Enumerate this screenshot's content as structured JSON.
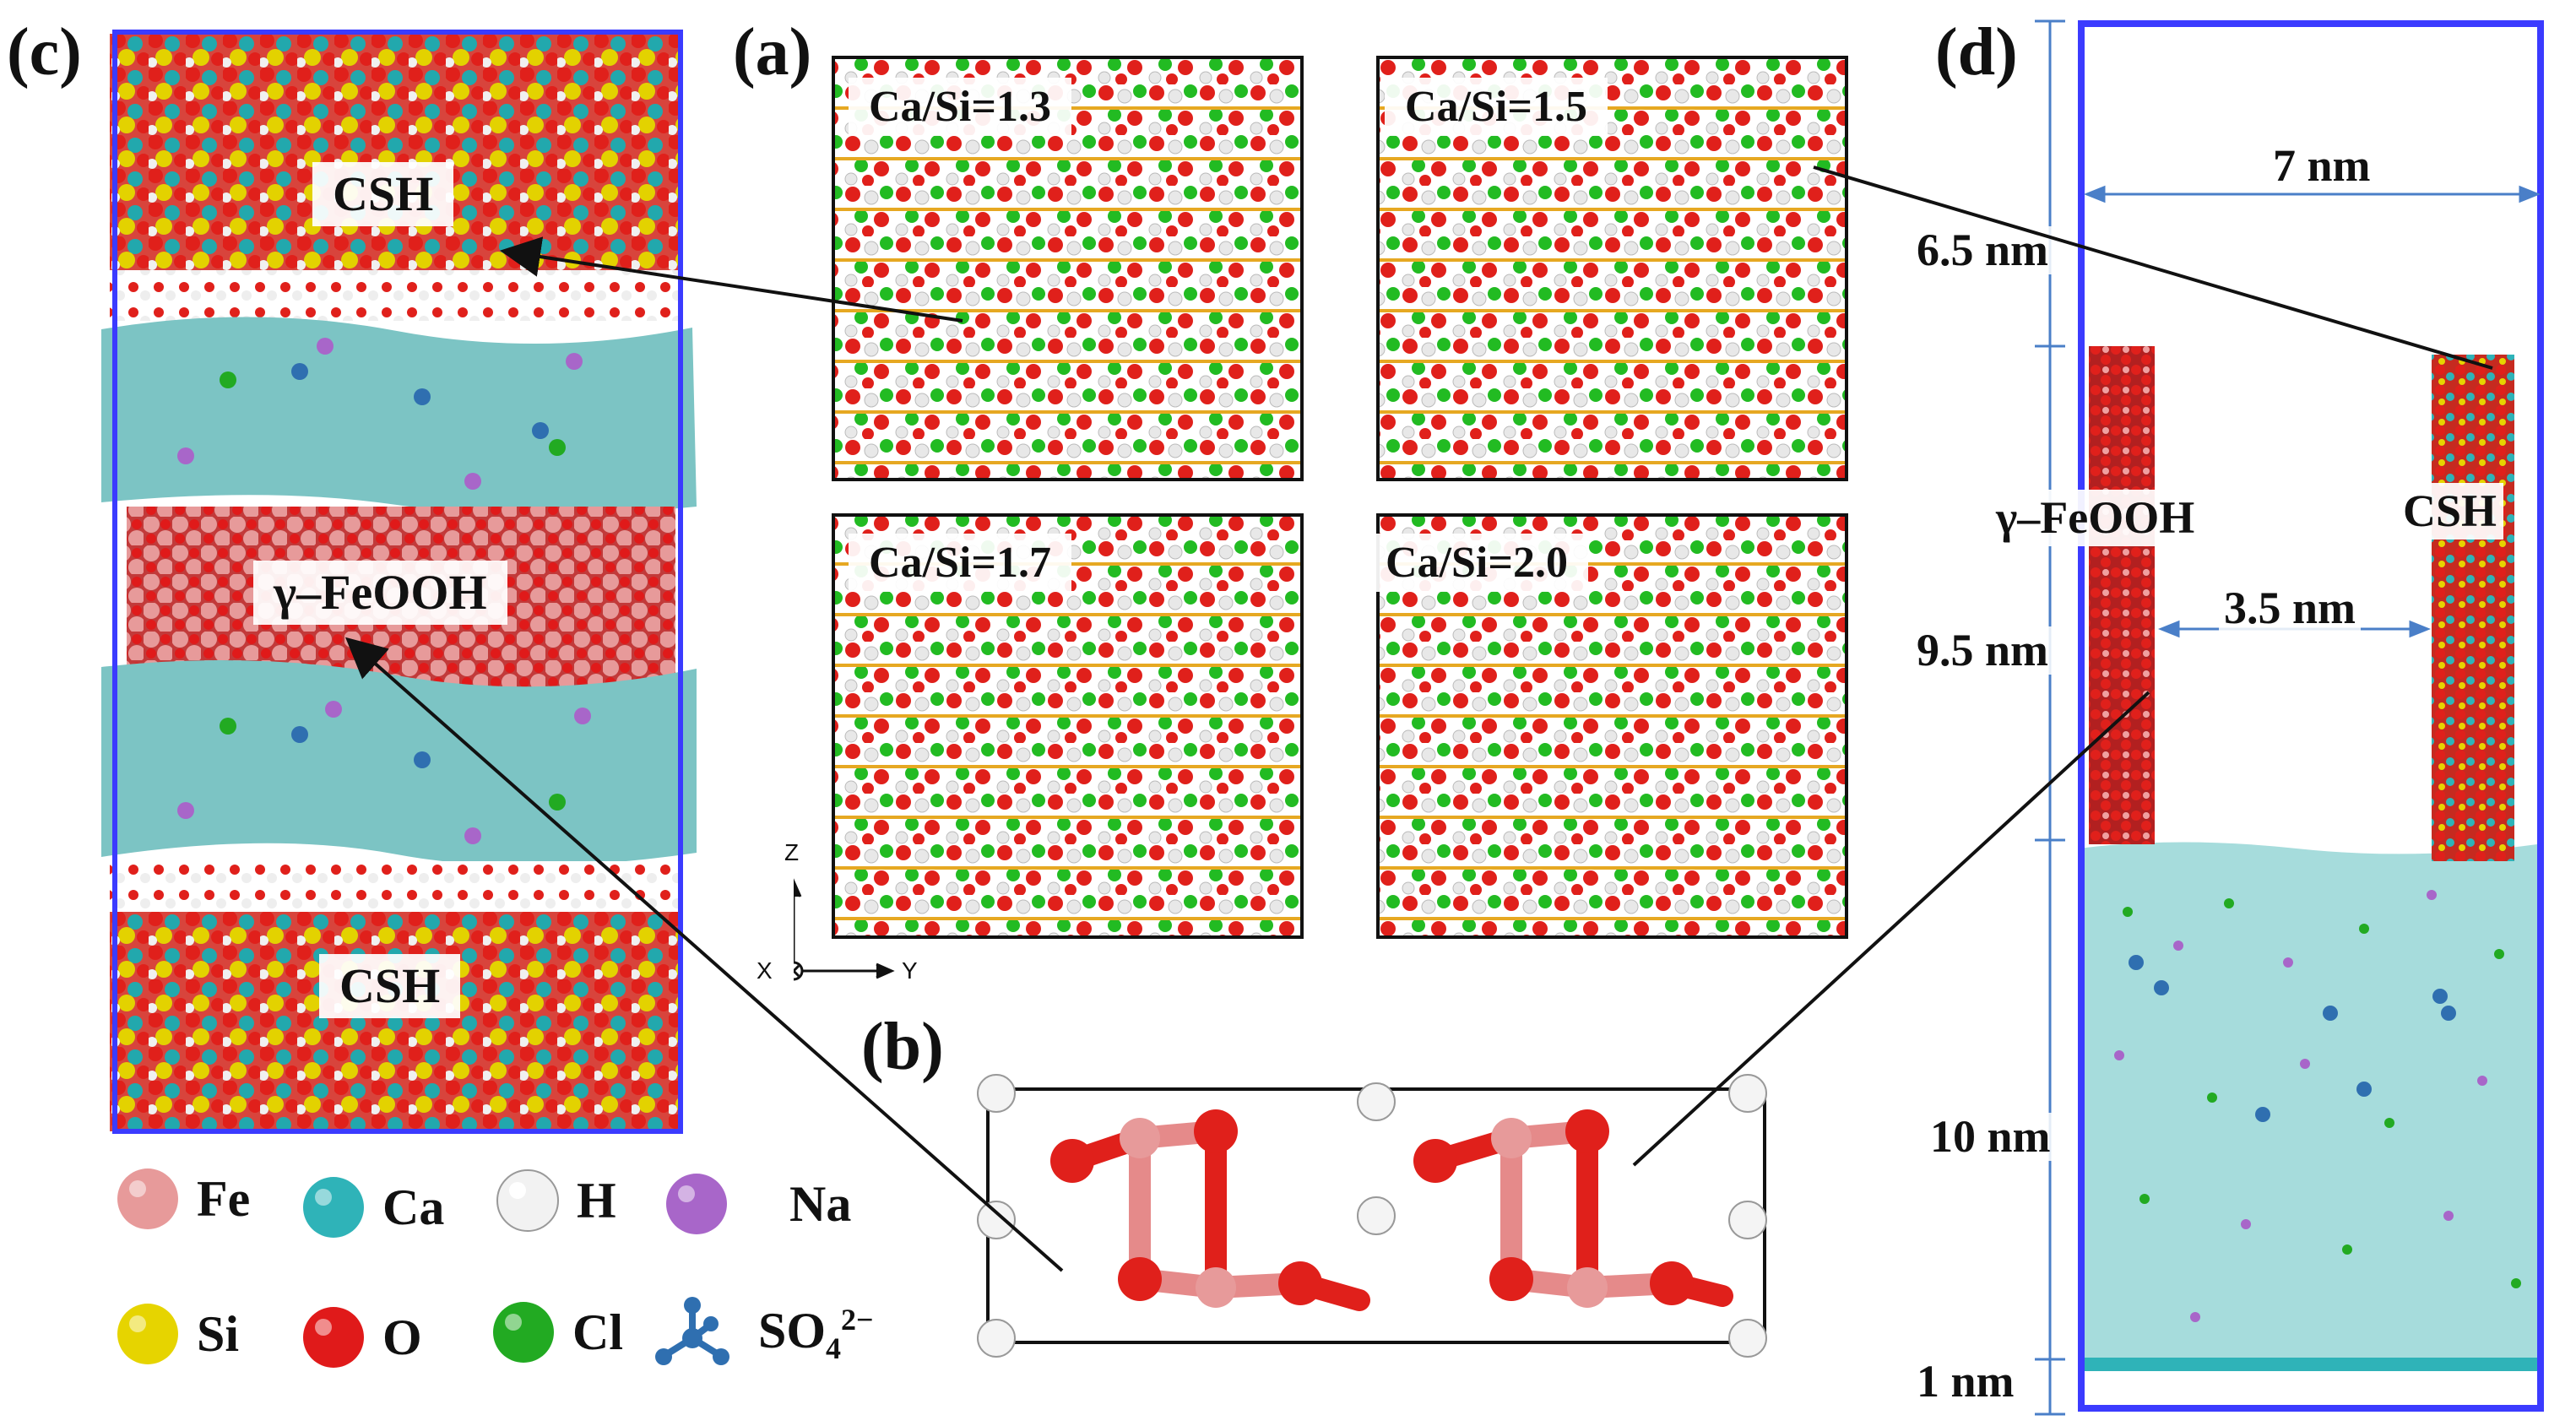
{
  "panels": {
    "a": "(a)",
    "b": "(b)",
    "c": "(c)",
    "d": "(d)"
  },
  "panel_c": {
    "csh_top": "CSH",
    "feooh": "γ–FeOOH",
    "csh_bottom": "CSH"
  },
  "panel_a": {
    "tiles": [
      "Ca/Si=1.3",
      "Ca/Si=1.5",
      "Ca/Si=1.7",
      "Ca/Si=2.0"
    ],
    "axes": {
      "z": "Z",
      "x": "X",
      "y": "Y"
    }
  },
  "panel_d": {
    "width": "7 nm",
    "top_gap": "6.5 nm",
    "layer_height": "9.5 nm",
    "gap_between": "3.5 nm",
    "solution": "10 nm",
    "base": "1 nm",
    "feooh": "γ–FeOOH",
    "csh": "CSH"
  },
  "legend": [
    {
      "label": "Fe",
      "color": "#e79a9a"
    },
    {
      "label": "Ca",
      "color": "#2fb3b8"
    },
    {
      "label": "H",
      "color": "#f2f2f2"
    },
    {
      "label": "Na",
      "color": "#a866c9"
    },
    {
      "label": "Si",
      "color": "#e6d400"
    },
    {
      "label": "O",
      "color": "#e01a1a"
    },
    {
      "label": "Cl",
      "color": "#22aa22"
    },
    {
      "label": "SO4²⁻",
      "color": "#2f6fb0"
    }
  ],
  "colors": {
    "frame_blue": "#3b3bff",
    "water": "#7cc4c4",
    "dim_arrow": "#4a7fc8"
  }
}
